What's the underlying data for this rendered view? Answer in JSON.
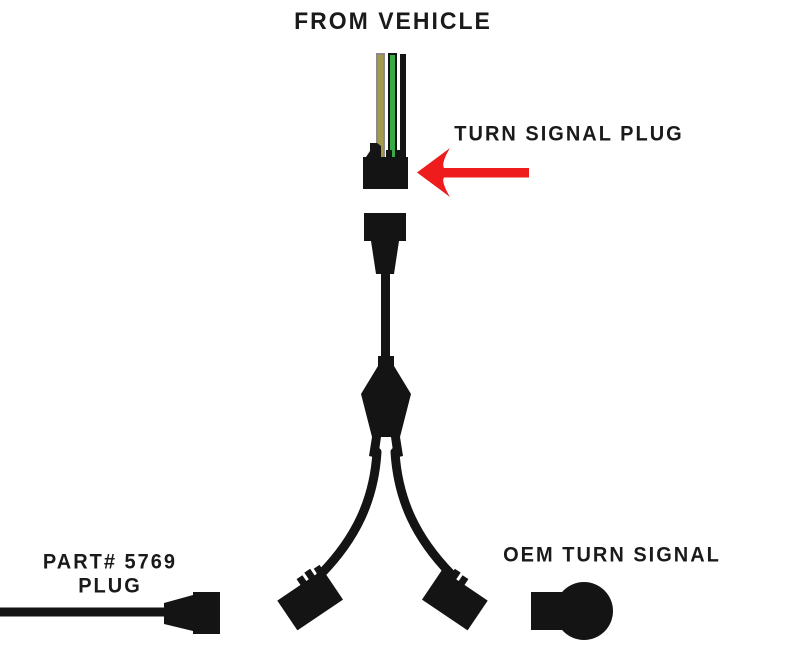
{
  "diagram": {
    "from_vehicle_label": "FROM VEHICLE",
    "turn_signal_plug_label": "TURN SIGNAL PLUG",
    "part_plug_label_line1": "PART# 5769",
    "part_plug_label_line2": "PLUG",
    "oem_turn_signal_label": "OEM TURN SIGNAL",
    "colors": {
      "ink": "#141414",
      "text": "#1a1a1a",
      "arrow_red": "#ee1c1c",
      "wire_tan": "#a39a4d",
      "wire_tan_border": "#8b8b8b",
      "wire_green": "#3aaa47",
      "wire_black": "#141414",
      "background": "#ffffff"
    },
    "icons": {
      "vehicle_wires": "three-wires-icon (tan, green, black)",
      "turn_signal_plug": "connector-plug-icon",
      "pointer_arrow": "red-left-arrow-icon",
      "adapter_connector": "inline-connector-icon",
      "splitter": "y-splitter-icon",
      "branch_connectors": "angled-plug-icons",
      "part_5769_plug": "wired-plug-icon",
      "oem_turn_signal": "bulb-socket-icon"
    }
  }
}
